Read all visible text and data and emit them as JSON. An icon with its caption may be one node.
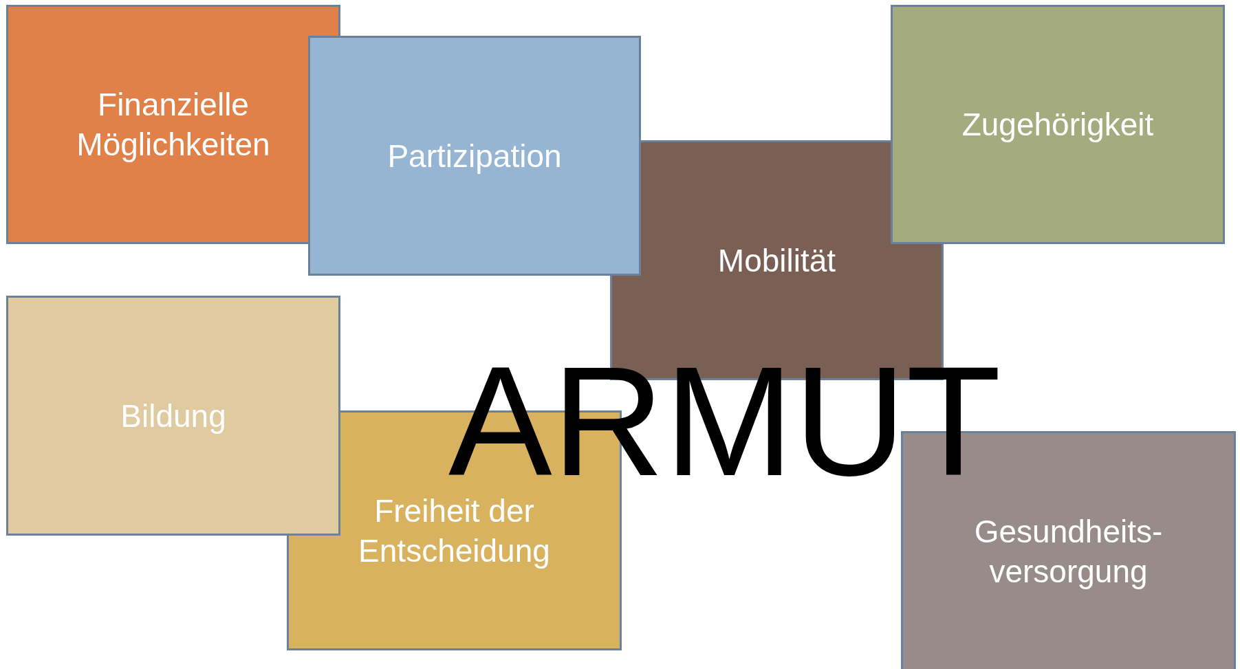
{
  "diagram": {
    "nodes": [
      {
        "text": [
          "Finanzielle Möglichkeiten"
        ]
      },
      {
        "text": [
          "Partizipation"
        ]
      },
      {
        "text": [
          "Mobilität"
        ]
      },
      {
        "text": [
          "Zugehörigkeit"
        ]
      },
      {
        "text": [
          "Bildung"
        ]
      },
      {
        "text": [
          "Freiheit der Entscheidung"
        ]
      },
      {
        "text": [
          "Gesundheits-versorgung"
        ]
      }
    ],
    "edges": [],
    "labels": [
      "ARMUT"
    ]
  }
}
